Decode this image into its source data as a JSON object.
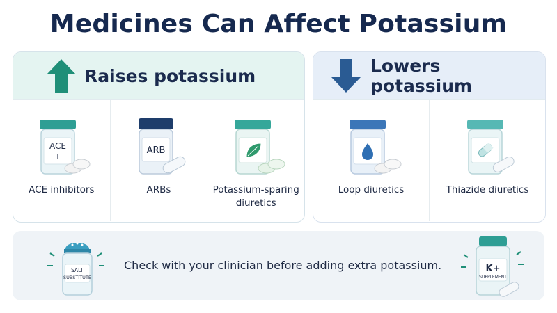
{
  "title": "Medicines Can Affect Potassium",
  "raises": {
    "heading": "Raises potassium",
    "items": [
      {
        "label": "ACE inhibitors",
        "bottle_text_1": "ACE",
        "bottle_text_2": "I",
        "cap_color": "#2e9e94"
      },
      {
        "label": "ARBs",
        "bottle_text_1": "ARB",
        "cap_color": "#1e3d6b"
      },
      {
        "label": "Potassium-sparing diuretics",
        "icon": "leaf-icon",
        "cap_color": "#35a79a"
      }
    ],
    "accent": "#1f8f78"
  },
  "lowers": {
    "heading": "Lowers potassium",
    "items": [
      {
        "label": "Loop diuretics",
        "icon": "water-drop-icon",
        "cap_color": "#3b76b8"
      },
      {
        "label": "Thiazide diuretics",
        "icon": "capsule-icon",
        "cap_color": "#56b8b4"
      }
    ],
    "accent": "#2a5b93"
  },
  "note": {
    "message": "Check with your clinician before adding extra potassium.",
    "salt_line_1": "SALT",
    "salt_line_2": "SUBSTITUTE",
    "supplement_line_1": "K+",
    "supplement_line_2": "SUPPLEMENT"
  }
}
